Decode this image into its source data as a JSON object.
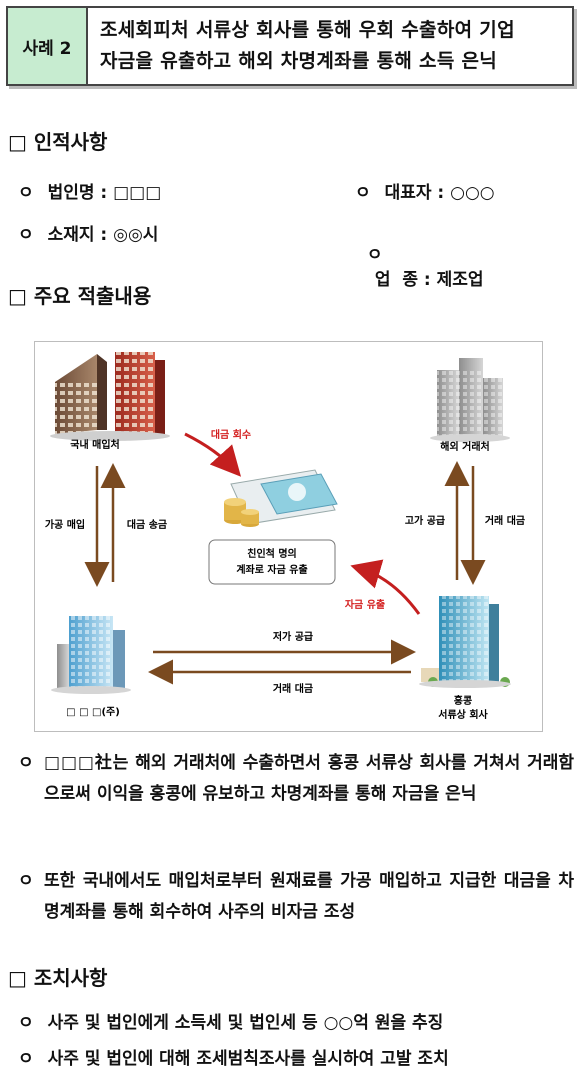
{
  "header": {
    "case_label": "사례 2",
    "title_line1": "조세회피처 서류상 회사를 통해 우회 수출하여 기업",
    "title_line2": "자금을 유출하고 해외 차명계좌를 통해 소득 은닉"
  },
  "section1": {
    "title": "□ 인적사항",
    "items": [
      {
        "bullet": "ㅇ",
        "text": "법인명 : □□□"
      },
      {
        "bullet": "ㅇ",
        "text": "대표자 : ○○○"
      },
      {
        "bullet": "ㅇ",
        "text": "소재지 : ◎◎시"
      },
      {
        "bullet": "ㅇ",
        "text": "업  종 : 제조업"
      }
    ]
  },
  "section2": {
    "title": "□ 주요 적출내용",
    "diagram": {
      "domestic_buyer": "국내 매입처",
      "foreign_client": "해외 거래처",
      "company": "□ □ □(주)",
      "hk_line1": "홍콩",
      "hk_line2": "서류상 회사",
      "center_line1": "친인척 명의",
      "center_line2": "계좌로 자금 유출",
      "arrow_collect": "대금 회수",
      "arrow_outflow": "자금 유출",
      "arrow_process_buy": "가공 매입",
      "arrow_remit": "대금 송금",
      "arrow_high_supply": "고가 공급",
      "arrow_trade_payment1": "거래 대금",
      "arrow_low_supply": "저가 공급",
      "arrow_trade_payment2": "거래 대금",
      "colors": {
        "red_label": "#d42020",
        "arrow_brown": "#7a4a20"
      }
    },
    "paragraphs": [
      {
        "bullet": "ㅇ",
        "text": "□□□社는 해외 거래처에 수출하면서 홍콩 서류상 회사를 거쳐서 거래함으로써 이익을 홍콩에 유보하고 차명계좌를 통해 자금을 은닉"
      },
      {
        "bullet": "ㅇ",
        "text": "또한 국내에서도 매입처로부터 원재료를 가공 매입하고 지급한 대금을 차명계좌를 통해 회수하여 사주의 비자금 조성"
      }
    ]
  },
  "section3": {
    "title": "□ 조치사항",
    "items": [
      {
        "bullet": "ㅇ",
        "text": "사주 및 법인에게 소득세 및 법인세 등 ○○억 원을 추징"
      },
      {
        "bullet": "ㅇ",
        "text": "사주 및 법인에 대해 조세범칙조사를 실시하여 고발 조치"
      }
    ]
  }
}
